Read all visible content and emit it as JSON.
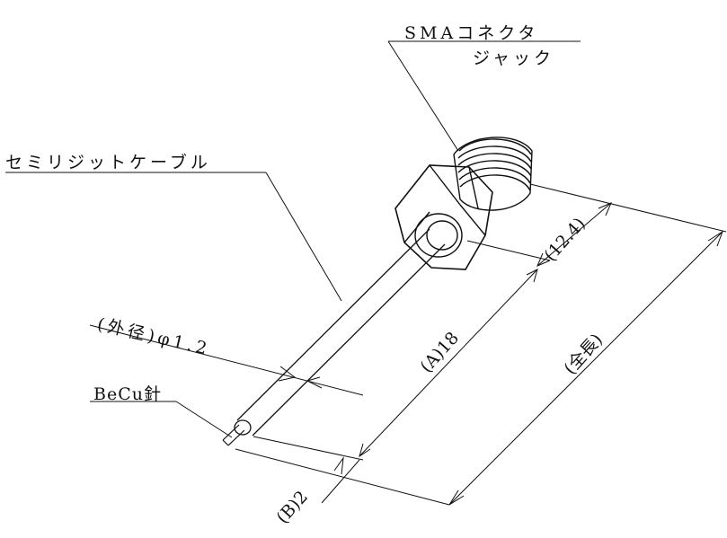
{
  "labels": {
    "connector_line1": "SMAコネクタ",
    "connector_line2": "ジャック",
    "cable": "セミリジットケーブル",
    "outer_diameter": "(外径)φ1.2",
    "needle": "BeCu針"
  },
  "dimensions": {
    "a": "(A)18",
    "b": "(B)2",
    "connector_len": "(12.4)",
    "total": "(全長)"
  },
  "colors": {
    "line": "#111111",
    "background": "#ffffff"
  }
}
